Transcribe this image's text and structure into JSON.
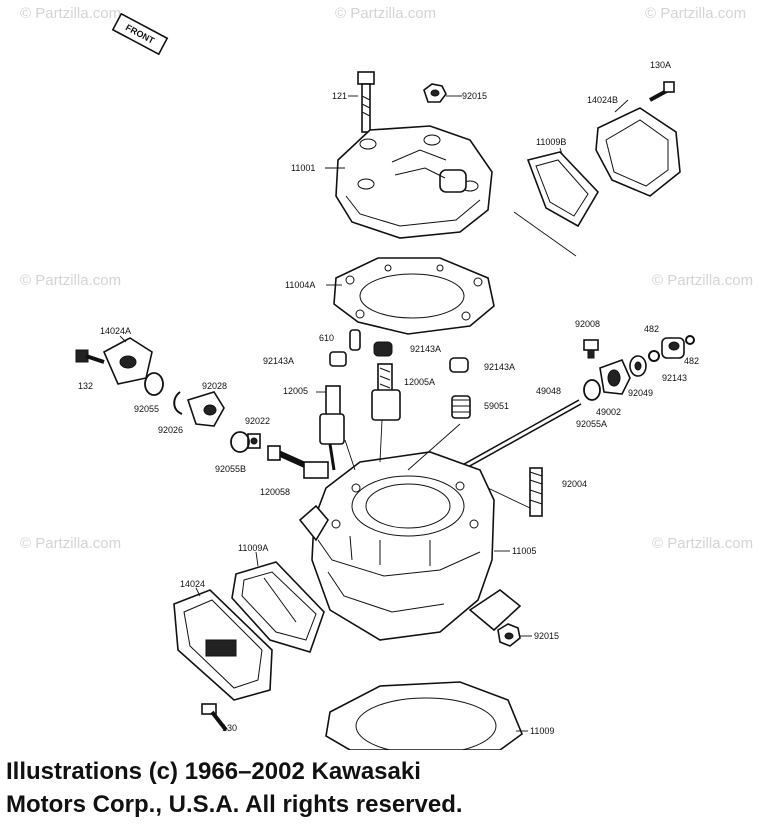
{
  "watermark_text": "© Partzilla.com",
  "front_tag": "FRONT",
  "part_labels": {
    "p121": "121",
    "p92015_top": "92015",
    "p11001": "11001",
    "p130A": "130A",
    "p14024B": "14024B",
    "p11009B": "11009B",
    "p11004A": "11004A",
    "p14024A": "14024A",
    "p132": "132",
    "p92055": "92055",
    "p92026": "92026",
    "p92028": "92028",
    "p92022": "92022",
    "p92055B": "92055B",
    "p120058": "120058",
    "p610": "610",
    "p92143A_l": "92143A",
    "p92143A_c": "92143A",
    "p92143A_r": "92143A",
    "p12005": "12005",
    "p12005A": "12005A",
    "p59051": "59051",
    "p92008": "92008",
    "p482_a": "482",
    "p482_b": "482",
    "p92049": "92049",
    "p92143": "92143",
    "p49048": "49048",
    "p49002": "49002",
    "p92055A": "92055A",
    "p92004": "92004",
    "p11005": "11005",
    "p11009A": "11009A",
    "p14024": "14024",
    "p92015_bot": "92015",
    "p130": "130",
    "p11009": "11009"
  },
  "copyright": {
    "line1": "Illustrations (c) 1966–2002 Kawasaki",
    "line2": "Motors Corp., U.S.A.  All rights reserved."
  }
}
